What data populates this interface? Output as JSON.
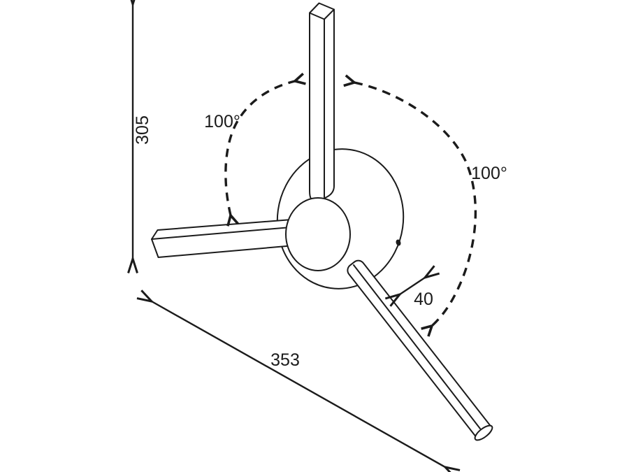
{
  "canvas": {
    "background": "#ffffff",
    "line_color": "#1b1b1b"
  },
  "labels": {
    "height": "305",
    "span": "353",
    "thickness": "40",
    "angle_left": "100°",
    "angle_right": "100°"
  }
}
